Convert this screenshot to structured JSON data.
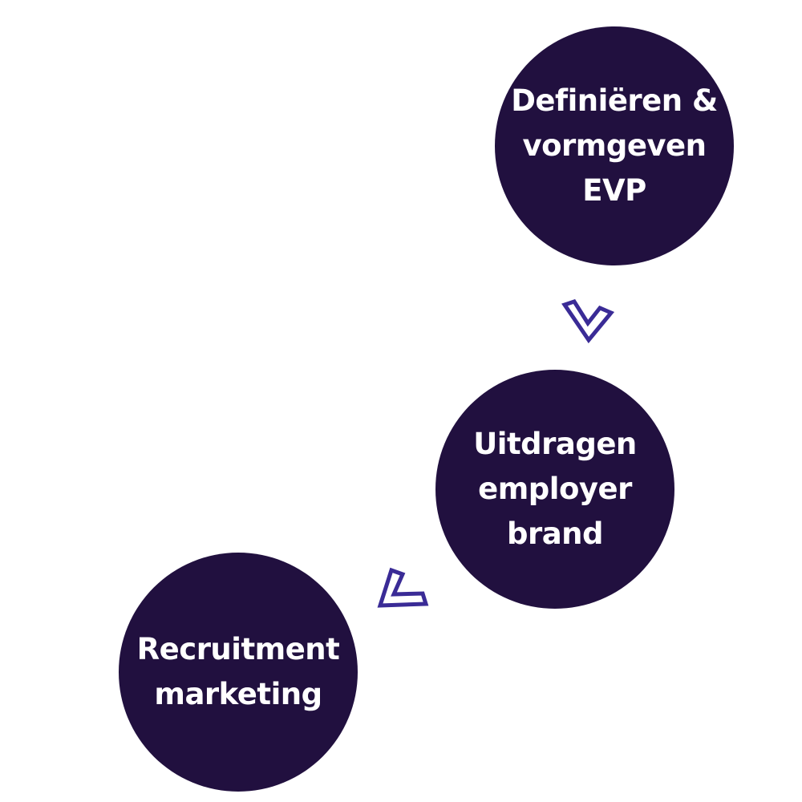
{
  "colors": {
    "circle_fill": "#21103f",
    "text": "#ffffff",
    "arrow_stroke": "#3a2b96",
    "background": "#ffffff"
  },
  "steps": [
    {
      "label": "Definiëren &\nvormgeven\nEVP"
    },
    {
      "label": "Uitdragen\nemployer\nbrand"
    },
    {
      "label": "Recruitment\nmarketing"
    }
  ],
  "connectors": [
    {
      "icon": "chevron-down-icon"
    },
    {
      "icon": "chevron-down-left-icon"
    }
  ]
}
